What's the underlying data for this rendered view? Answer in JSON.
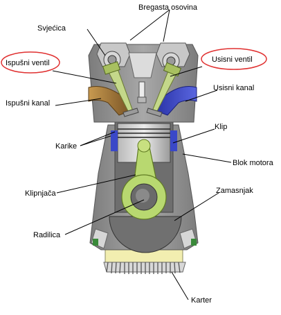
{
  "labels": {
    "camshaft": "Bregasta osovina",
    "spark_plug": "Svjećica",
    "exhaust_valve": "Ispušni ventil",
    "intake_valve": "Usisni ventil",
    "exhaust_port": "Ispušni kanal",
    "intake_port": "Usisni kanal",
    "rings": "Karike",
    "piston": "Klip",
    "engine_block": "Blok motora",
    "conrod": "Klipnjača",
    "flywheel": "Zamasnjak",
    "crankshaft": "Radilica",
    "oil_pan": "Karter"
  },
  "highlighted": [
    "exhaust_valve",
    "intake_valve"
  ],
  "colors": {
    "highlight_ring": "#e03030",
    "block": "#8f8f8f",
    "intake_port": "#3a48c8",
    "exhaust_port": "#a67a3a",
    "conrod": "#b8d870",
    "flywheel": "#6f6f6f",
    "oil_pan": "#f2eeb0"
  }
}
